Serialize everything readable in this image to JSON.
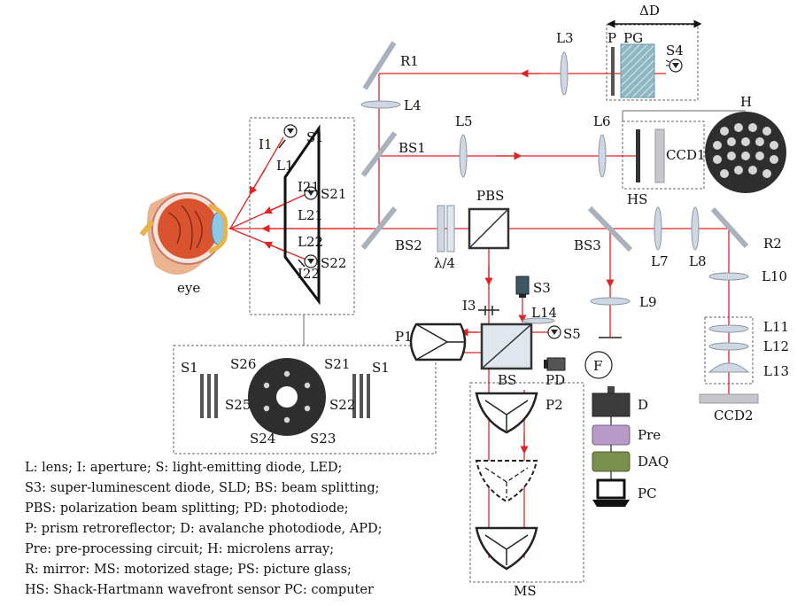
{
  "colors": {
    "beam": "#e02424",
    "mirror": "#a9b2bc",
    "lens": "#cfd8e2",
    "dark": "#3b3b3b",
    "pre": "#b89ac8",
    "daq": "#7a8f4c"
  },
  "labels": {
    "delta_d": "ΔD",
    "p": "P",
    "pg": "PG",
    "s4": "S4",
    "l3": "L3",
    "r1": "R1",
    "l4": "L4",
    "l5": "L5",
    "l6": "L6",
    "h": "H",
    "ccd1": "CCD1",
    "hs": "HS",
    "bs1": "BS1",
    "bs2": "BS2",
    "pbs": "PBS",
    "lambda4": "λ/4",
    "i1": "I1",
    "s1": "S1",
    "l1": "L1",
    "i21": "I21",
    "s21": "S21",
    "l21": "L21",
    "l22": "L22",
    "i22": "I22",
    "s22": "S22",
    "eye": "eye",
    "bs3": "BS3",
    "l7": "L7",
    "l8": "L8",
    "r2": "R2",
    "l10": "L10",
    "l9": "L9",
    "l11": "L11",
    "l12": "L12",
    "l13": "L13",
    "ccd2": "CCD2",
    "s3": "S3",
    "i3": "I3",
    "l14": "L14",
    "s5": "S5",
    "p1": "P1",
    "bs": "BS",
    "pd": "PD",
    "p2": "P2",
    "ms": "MS",
    "f": "F",
    "d": "D",
    "pre": "Pre",
    "daq": "DAQ",
    "pc": "PC",
    "inset_s1_left": "S1",
    "inset_s1_right": "S1",
    "s26": "S26",
    "s25": "S25",
    "s24": "S24",
    "s23": "S23",
    "inset_s21": "S21",
    "inset_s22": "S22"
  },
  "legend": [
    "L: lens; I: aperture; S: light-emitting diode, LED;",
    "S3: super-luminescent diode, SLD; BS: beam splitting;",
    "PBS: polarization beam splitting; PD: photodiode;",
    "P: prism retroreflector; D: avalanche photodiode, APD;",
    "Pre: pre-processing circuit; H: microlens array;",
    "R: mirror: MS: motorized stage; PS: picture glass;",
    "HS: Shack-Hartmann wavefront sensor PC: computer"
  ]
}
